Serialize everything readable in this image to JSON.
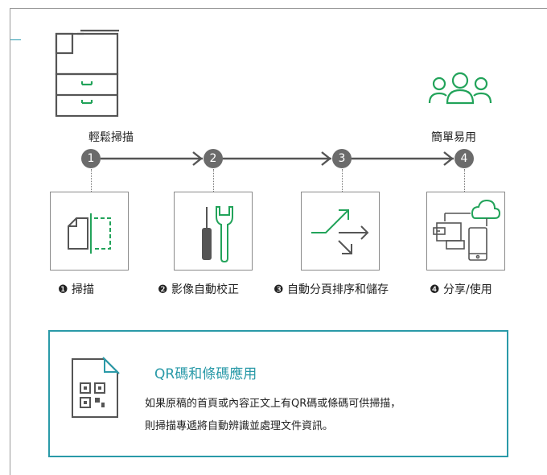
{
  "top": {
    "left_label": "輕鬆掃描",
    "right_label": "簡單易用"
  },
  "steps": [
    {
      "num": "1",
      "caption": "❶ 掃描",
      "icon": "document-scan-icon"
    },
    {
      "num": "2",
      "caption": "❷ 影像自動校正",
      "icon": "screwdriver-wrench-icon"
    },
    {
      "num": "3",
      "caption": "❸ 自動分頁排序和儲存",
      "icon": "split-arrows-icon"
    },
    {
      "num": "4",
      "caption": "❹ 分享/使用",
      "icon": "cloud-devices-icon"
    }
  ],
  "qr": {
    "title": "QR碼和條碼應用",
    "line1": "如果原稿的首頁或內容正文上有QR碼或條碼可供掃描，",
    "line2": "則掃描專遞將自動辨識並處理文件資訊。"
  },
  "colors": {
    "accent": "#2a9aa8",
    "green": "#22a35a",
    "gray": "#6b6b6b"
  }
}
